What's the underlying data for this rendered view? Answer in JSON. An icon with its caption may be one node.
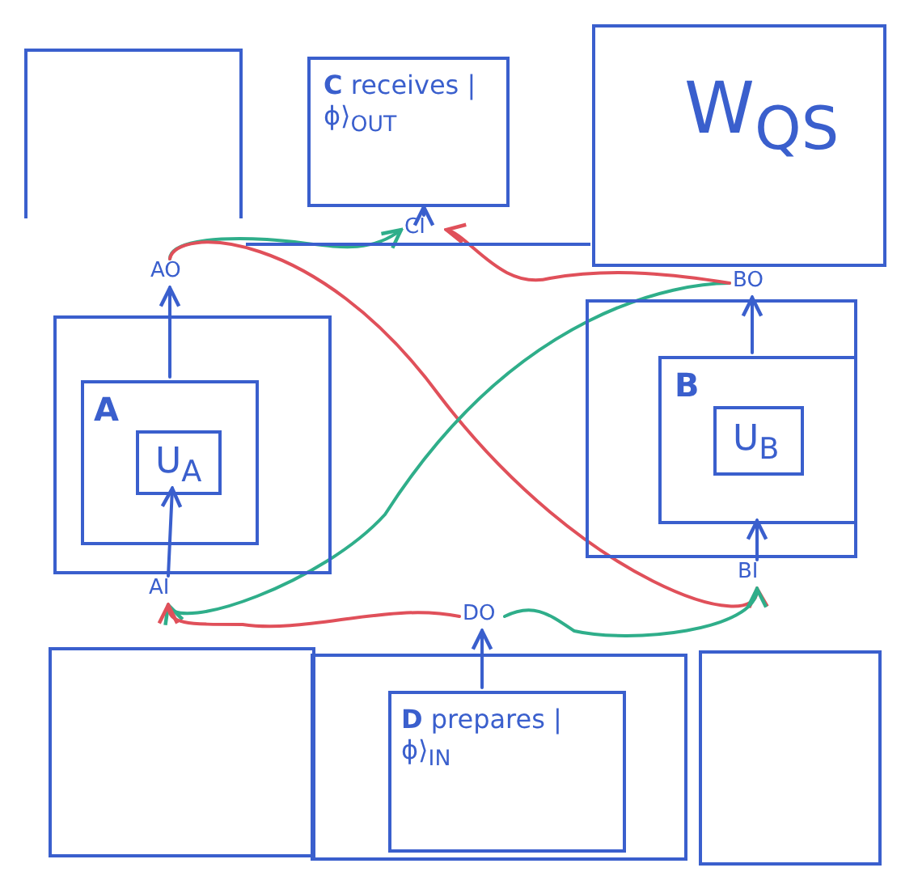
{
  "diagram": {
    "nodes": [
      {
        "text": [],
        "shape": "box"
      },
      {
        "text": [],
        "shape": "box"
      },
      {
        "text": [
          "**C** receives |ϕ⟩$_{OUT}$"
        ],
        "in": 1
      },
      {
        "text": [
          "W$_{QS}$"
        ]
      },
      {
        "text": [],
        "shape": "box"
      },
      {
        "text": [
          "A"
        ],
        "in": 4
      },
      {
        "text": [
          "U$_{A}$"
        ],
        "in": 5
      },
      {
        "text": [],
        "shape": "box"
      },
      {
        "text": [
          "B"
        ],
        "in": 7
      },
      {
        "text": [
          "U$_{B}$"
        ],
        "in": 8
      },
      {
        "text": [],
        "shape": "box"
      },
      {
        "text": [],
        "shape": "box"
      },
      {
        "text": [
          "**D** prepares |ϕ⟩$_{IN}$"
        ],
        "in": 11
      },
      {
        "text": [],
        "shape": "box"
      },
      {
        "text": [
          "AO"
        ]
      },
      {
        "text": [
          "AI"
        ]
      },
      {
        "text": [
          "BO"
        ]
      },
      {
        "text": [
          "BI"
        ]
      },
      {
        "text": [
          "CI"
        ],
        "in": 1
      },
      {
        "text": [
          "DO"
        ]
      }
    ],
    "edges": [
      {
        "from": 5,
        "to": 14,
        "arrow": "to"
      },
      {
        "from": 15,
        "to": 6,
        "arrow": "to"
      },
      {
        "from": 17,
        "to": 8,
        "arrow": "to"
      },
      {
        "from": 8,
        "to": 16,
        "arrow": "to"
      },
      {
        "from": 18,
        "to": 2,
        "arrow": "to"
      },
      {
        "from": 12,
        "to": 19,
        "arrow": "to"
      },
      {
        "from": 14,
        "to": 18,
        "arrow": "to",
        "color": "#2fae8a"
      },
      {
        "from": 14,
        "to": 17,
        "arrow": "to",
        "color": "#e0505a"
      },
      {
        "from": 16,
        "to": 15,
        "arrow": "to",
        "color": "#2fae8a"
      },
      {
        "from": 16,
        "to": 18,
        "arrow": "to",
        "color": "#e0505a"
      },
      {
        "from": 19,
        "to": 15,
        "arrow": "to",
        "color": "#e0505a"
      },
      {
        "from": 19,
        "to": 17,
        "arrow": "to",
        "color": "#2fae8a"
      }
    ]
  }
}
